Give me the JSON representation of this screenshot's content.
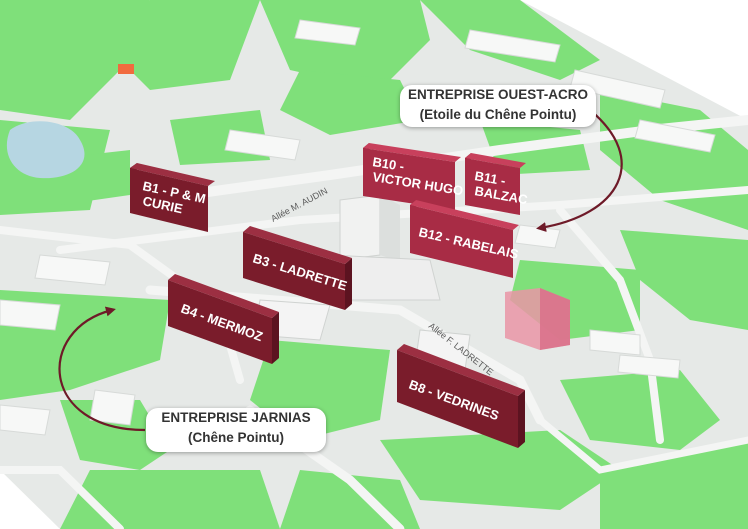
{
  "buildings": [
    {
      "id": "b1",
      "lines": [
        "B1 - P & M",
        "CURIE"
      ]
    },
    {
      "id": "b3",
      "lines": [
        "B3 - LADRETTE"
      ]
    },
    {
      "id": "b4",
      "lines": [
        "B4 - MERMOZ"
      ]
    },
    {
      "id": "b8",
      "lines": [
        "B8 - VEDRINES"
      ]
    },
    {
      "id": "b10",
      "lines": [
        "B10 -",
        "VICTOR HUGO"
      ]
    },
    {
      "id": "b11",
      "lines": [
        "B11 -",
        "BALZAC"
      ]
    },
    {
      "id": "b12",
      "lines": [
        "B12 - RABELAIS"
      ]
    }
  ],
  "streets": {
    "audin": "Allée M. AUDIN",
    "ladrette": "Allée F. LADRETTE"
  },
  "callouts": {
    "ouest": {
      "line1": "ENTREPRISE OUEST-ACRO",
      "line2": "(Etoile du Chêne Pointu)"
    },
    "jarnias": {
      "line1": "ENTREPRISE JARNIAS",
      "line2": "(Chêne Pointu)"
    }
  },
  "colors": {
    "grass": "#7fe07a",
    "ground": "#e9ecea",
    "building_dark": "#7a1c2b",
    "building_mid": "#a82c45",
    "building_light": "#c8405c",
    "arrow": "#6e1a28"
  }
}
